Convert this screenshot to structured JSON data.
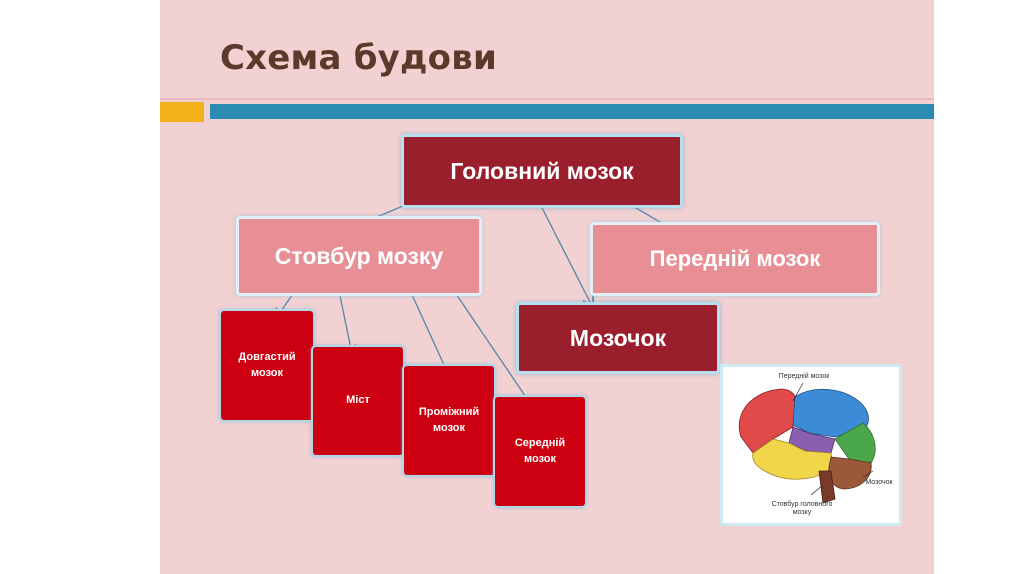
{
  "title": "Схема будови",
  "nodes": {
    "root": "Головний мозок",
    "stem": "Стовбур мозку",
    "forebrain": "Передній мозок",
    "cerebellum": "Мозочок",
    "medulla": "Довгастий мозок",
    "pons": "Міст",
    "diencephalon": "Проміжний мозок",
    "midbrain": "Середній мозок"
  },
  "image_labels": {
    "forebrain": "Передній мозок",
    "cerebellum": "Мозочок",
    "brainstem": "Стовбур головного мозку"
  },
  "colors": {
    "slide_bg": "#f2d1d3",
    "dark_box": "#9a1e2b",
    "light_box": "#e88f96",
    "red_box": "#cc0010",
    "accent_orange": "#f4b21a",
    "accent_blue": "#2a8cb2",
    "title": "#5a3a2a"
  }
}
